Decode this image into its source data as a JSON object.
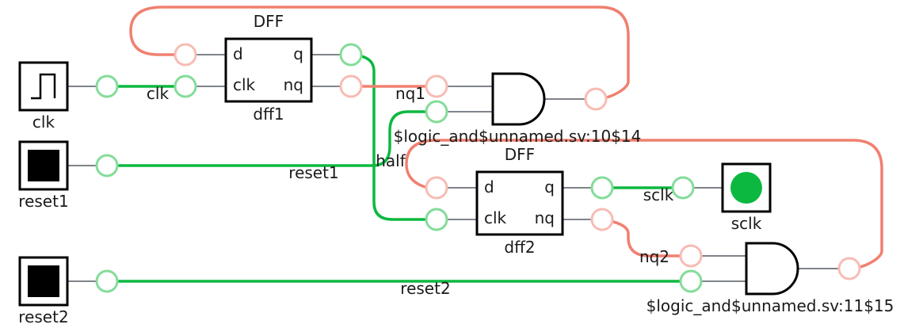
{
  "colors": {
    "wire_high": "#0cb840",
    "wire_low": "#f08070",
    "port_high": "#84dc99",
    "port_low": "#f7bcb3",
    "lamp_on": "#0cb840"
  },
  "inputs": {
    "clk": {
      "label": "clk",
      "icon": "clock-pulse-icon"
    },
    "reset1": {
      "label": "reset1",
      "icon": "button-icon"
    },
    "reset2": {
      "label": "reset2",
      "icon": "button-icon"
    }
  },
  "outputs": {
    "sclk": {
      "label": "sclk",
      "icon": "lamp-icon",
      "state": "on"
    }
  },
  "cells": {
    "dff1": {
      "type": "DFF",
      "name": "dff1",
      "port_d": "d",
      "port_clk": "clk",
      "port_q": "q",
      "port_nq": "nq"
    },
    "dff2": {
      "type": "DFF",
      "name": "dff2",
      "port_d": "d",
      "port_clk": "clk",
      "port_q": "q",
      "port_nq": "nq"
    },
    "and1": {
      "name": "$logic_and$unnamed.sv:10$14"
    },
    "and2": {
      "name": "$logic_and$unnamed.sv:11$15"
    }
  },
  "nets": {
    "clk": "clk",
    "reset1": "reset1",
    "reset2": "reset2",
    "nq1": "nq1",
    "nq2": "nq2",
    "half": "half",
    "sclk": "sclk"
  }
}
